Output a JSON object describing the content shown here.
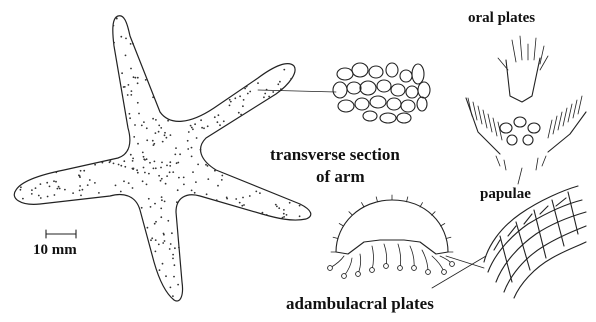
{
  "labels": {
    "oral_plates": "oral plates",
    "transverse_line1": "transverse section",
    "transverse_line2": "of arm",
    "papulae": "papulae",
    "scale_bar": "10 mm",
    "adambulacral_plates": "adambulacral plates"
  },
  "colors": {
    "ink": "#222222",
    "background": "#ffffff"
  }
}
